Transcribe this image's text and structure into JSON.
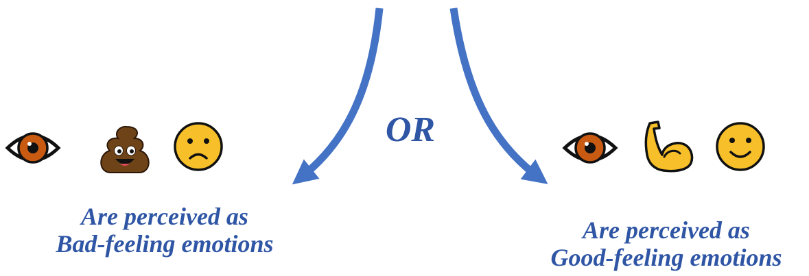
{
  "or_text": "OR",
  "left": {
    "caption_line1": "Are perceived as",
    "caption_line2": "Bad-feeling emotions",
    "icons": [
      "eye-icon",
      "pile-of-poo-icon",
      "frowning-face-icon"
    ]
  },
  "right": {
    "caption_line1": "Are perceived as",
    "caption_line2": "Good-feeling emotions",
    "icons": [
      "eye-icon",
      "flexed-biceps-icon",
      "smiling-face-icon"
    ]
  },
  "colors": {
    "arrow": "#4472C4",
    "text": "#2F55A5",
    "iris": "#C85A12",
    "face": "#F7C02A",
    "poo": "#6E4318"
  }
}
